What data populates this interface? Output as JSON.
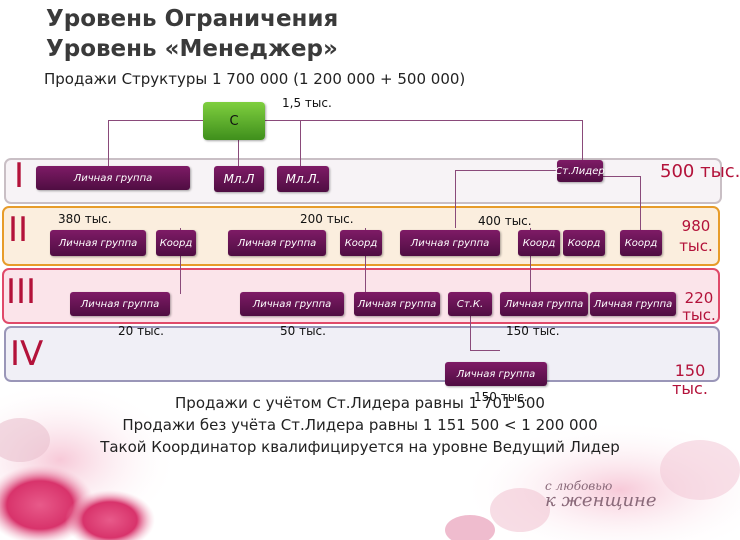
{
  "header": {
    "title_line1": "Уровень Ограничения",
    "title_line2": "Уровень «Менеджер»",
    "subtitle": "Продажи Структуры 1 700 000 (1 200 000 + 500 000)"
  },
  "top": {
    "node": "С",
    "amount": "1,5 тыс."
  },
  "level1": {
    "roman": "I",
    "nodes": [
      "Личная группа",
      "Мл.Л",
      "Мл.Л.",
      "Ст.Лидер"
    ],
    "total": "500 тыс."
  },
  "level2": {
    "roman": "II",
    "amounts": [
      "380 тыс.",
      "200 тыс.",
      "400 тыс."
    ],
    "nodes": [
      "Личная группа",
      "Коорд",
      "Личная группа",
      "Коорд",
      "Личная группа",
      "Коорд",
      "Коорд",
      "Коорд"
    ],
    "total": "980 тыс."
  },
  "level3": {
    "roman": "III",
    "nodes": [
      "Личная группа",
      "Личная группа",
      "Личная группа",
      "Ст.К.",
      "Личная группа",
      "Личная группа"
    ],
    "amounts": [
      "20 тыс.",
      "50 тыс.",
      "150 тыс."
    ],
    "total": "220 тыс."
  },
  "level4": {
    "roman": "IV",
    "node": "Личная группа",
    "amount": "150 тыс.",
    "total": "150 тыс."
  },
  "footer": {
    "line1": "Продажи с учётом Ст.Лидера равны 1 701 500",
    "line2": "Продажи без учёта Ст.Лидера равны 1 151 500 < 1 200 000",
    "line3": "Такой Координатор квалифицируется на уровне Ведущий Лидер"
  },
  "logo": {
    "line1": "с любовью",
    "line2": "к женщине"
  },
  "colors": {
    "accent": "#b3123a",
    "node": "#6a1556",
    "top_node": "#5aa82a"
  }
}
